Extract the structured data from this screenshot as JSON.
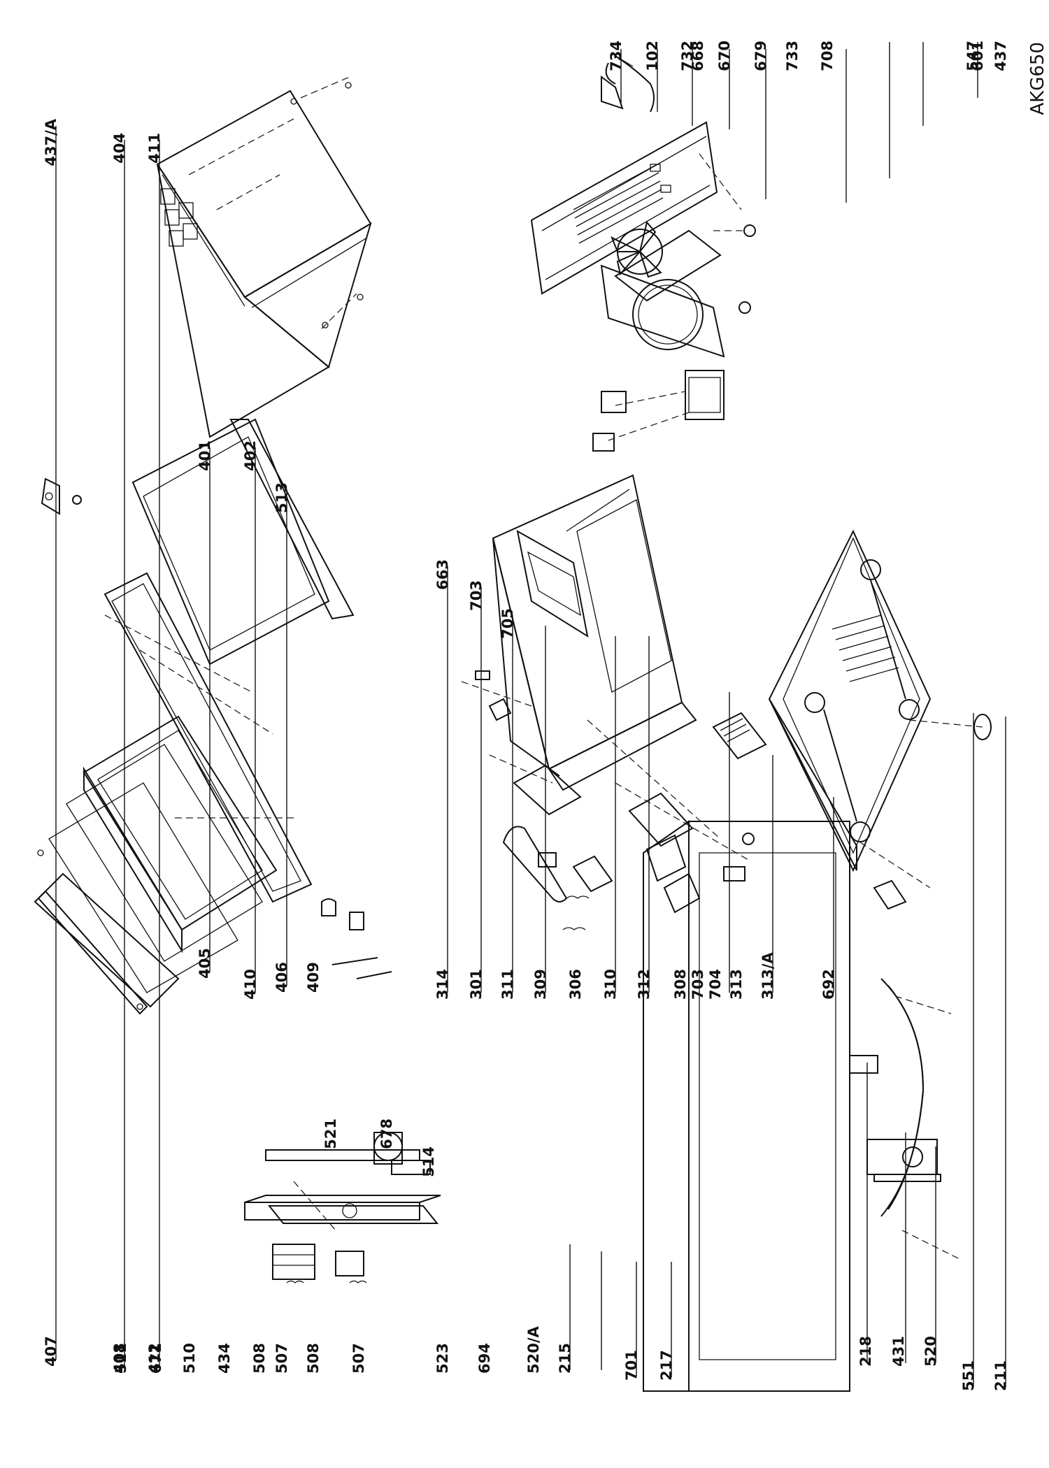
{
  "model": "AKG650",
  "callouts": [
    {
      "id": "c601",
      "label": "601"
    },
    {
      "id": "c668",
      "label": "668"
    },
    {
      "id": "c679",
      "label": "679"
    },
    {
      "id": "c670",
      "label": "670"
    },
    {
      "id": "c732",
      "label": "732"
    },
    {
      "id": "c102",
      "label": "102"
    },
    {
      "id": "c734",
      "label": "734"
    },
    {
      "id": "c733",
      "label": "733"
    },
    {
      "id": "c708",
      "label": "708"
    },
    {
      "id": "c547",
      "label": "547"
    },
    {
      "id": "c437",
      "label": "437"
    },
    {
      "id": "c437a",
      "label": "437/A"
    },
    {
      "id": "c404",
      "label": "404"
    },
    {
      "id": "c411",
      "label": "411"
    },
    {
      "id": "c401",
      "label": "401"
    },
    {
      "id": "c402",
      "label": "402"
    },
    {
      "id": "c513",
      "label": "513"
    },
    {
      "id": "c663",
      "label": "663"
    },
    {
      "id": "c703t",
      "label": "703"
    },
    {
      "id": "c705",
      "label": "705"
    },
    {
      "id": "c407",
      "label": "407"
    },
    {
      "id": "c408",
      "label": "408"
    },
    {
      "id": "c412",
      "label": "412"
    },
    {
      "id": "c405",
      "label": "405"
    },
    {
      "id": "c410",
      "label": "410"
    },
    {
      "id": "c406",
      "label": "406"
    },
    {
      "id": "c409",
      "label": "409"
    },
    {
      "id": "c314",
      "label": "314"
    },
    {
      "id": "c301",
      "label": "301"
    },
    {
      "id": "c311",
      "label": "311"
    },
    {
      "id": "c309",
      "label": "309"
    },
    {
      "id": "c306",
      "label": "306"
    },
    {
      "id": "c310",
      "label": "310"
    },
    {
      "id": "c312",
      "label": "312"
    },
    {
      "id": "c308",
      "label": "308"
    },
    {
      "id": "c703b",
      "label": "703"
    },
    {
      "id": "c704",
      "label": "704"
    },
    {
      "id": "c313",
      "label": "313"
    },
    {
      "id": "c313a",
      "label": "313/A"
    },
    {
      "id": "c692",
      "label": "692"
    },
    {
      "id": "c521",
      "label": "521"
    },
    {
      "id": "c678",
      "label": "678"
    },
    {
      "id": "c514",
      "label": "514"
    },
    {
      "id": "c511",
      "label": "511"
    },
    {
      "id": "c671",
      "label": "671"
    },
    {
      "id": "c510",
      "label": "510"
    },
    {
      "id": "c434",
      "label": "434"
    },
    {
      "id": "c508a",
      "label": "508"
    },
    {
      "id": "c507a",
      "label": "507"
    },
    {
      "id": "c508b",
      "label": "508"
    },
    {
      "id": "c507b",
      "label": "507"
    },
    {
      "id": "c523",
      "label": "523"
    },
    {
      "id": "c694",
      "label": "694"
    },
    {
      "id": "c520a",
      "label": "520/A"
    },
    {
      "id": "c215",
      "label": "215"
    },
    {
      "id": "c701",
      "label": "701"
    },
    {
      "id": "c217",
      "label": "217"
    },
    {
      "id": "c218",
      "label": "218"
    },
    {
      "id": "c431",
      "label": "431"
    },
    {
      "id": "c520",
      "label": "520"
    },
    {
      "id": "c551",
      "label": "551"
    },
    {
      "id": "c211",
      "label": "211"
    }
  ]
}
